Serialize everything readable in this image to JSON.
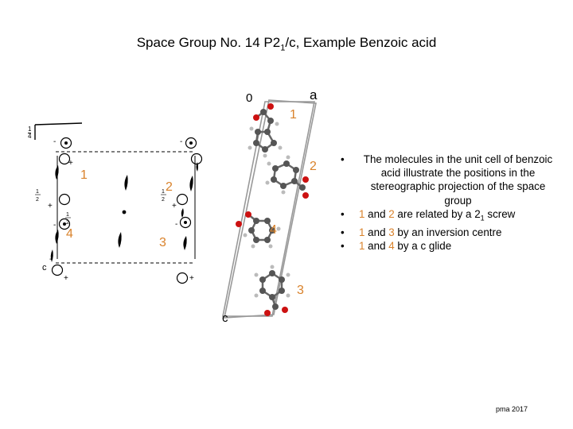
{
  "title": {
    "prefix": "Space Group No. 14 P2",
    "subscript": "1",
    "suffix": "/c, Example Benzoic acid"
  },
  "stereo_labels": {
    "one": "1",
    "two": "2",
    "three": "3",
    "four": "4",
    "axis_quarter_top": "1",
    "axis_quarter_bottom": "4",
    "half_top": "1",
    "half_bottom": "2",
    "c_mark": "c"
  },
  "cell_labels": {
    "origin": "0",
    "a_axis": "a",
    "c_axis": "c",
    "mol1": "1",
    "mol2": "2",
    "mol3": "3",
    "mol4": "4"
  },
  "bullets": {
    "intro": "The molecules in the unit cell of benzoic acid illustrate the positions in the stereographic projection of the space group",
    "items": [
      {
        "a": "1",
        "mid": " and ",
        "b": "2",
        "rest": " are related by a 2",
        "sub": "1",
        "tail": " screw"
      },
      {
        "a": "1",
        "mid": " and ",
        "b": "3",
        "rest": " by an inversion centre",
        "sub": "",
        "tail": ""
      },
      {
        "a": "1",
        "mid": " and ",
        "b": "4",
        "rest": " by a c glide",
        "sub": "",
        "tail": ""
      }
    ]
  },
  "footer": "pma 2017",
  "colors": {
    "accent_orange": "#d9822b",
    "oxygen_red": "#cc1111",
    "carbon_grey": "#555555",
    "hydrogen_grey": "#bbbbbb",
    "cell_edge": "#999999"
  }
}
